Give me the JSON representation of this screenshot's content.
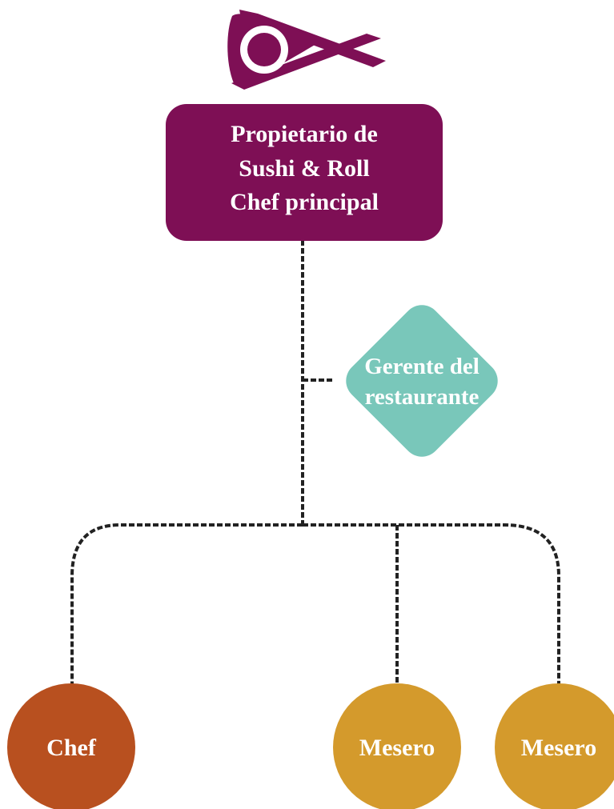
{
  "colors": {
    "owner": "#7e0f55",
    "manager": "#79c7ba",
    "chef": "#b8501f",
    "waiter": "#d49a2c",
    "connector": "#222222",
    "text": "#ffffff",
    "background": "#ffffff"
  },
  "logo": {
    "icon": "sushi-knife-logo-icon"
  },
  "owner": {
    "line1": "Propietario de",
    "line2": "Sushi & Roll",
    "line3": "Chef principal"
  },
  "manager": {
    "line1": "Gerente del",
    "line2": "restaurante"
  },
  "staff": [
    {
      "label": "Chef",
      "role": "chef"
    },
    {
      "label": "Mesero",
      "role": "waiter"
    },
    {
      "label": "Mesero",
      "role": "waiter"
    }
  ]
}
